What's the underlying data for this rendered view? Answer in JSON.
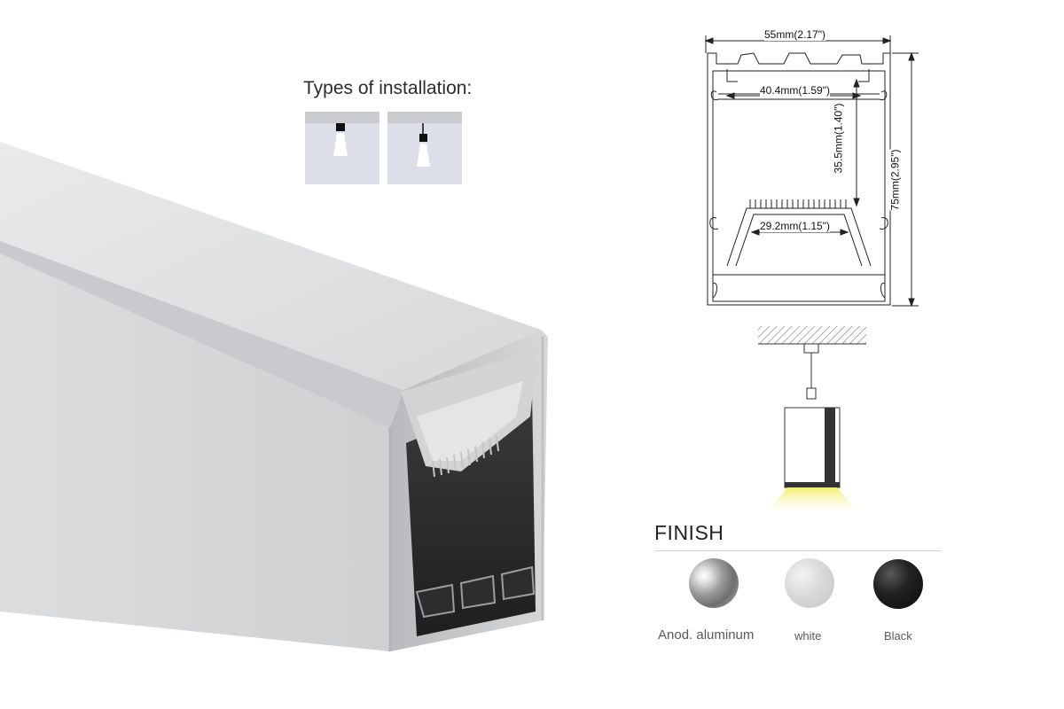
{
  "installation": {
    "title": "Types of installation:",
    "types": [
      {
        "name": "surface-mounted",
        "icon": "surface-mount-light-icon"
      },
      {
        "name": "pendant",
        "icon": "pendant-light-icon"
      }
    ]
  },
  "drawing": {
    "width": "55mm(2.17\")",
    "inner_width": "40.4mm(1.59\")",
    "inner_depth": "35.5mm(1.40\")",
    "base_width": "29.2mm(1.15\")",
    "height": "75mm(2.95\")"
  },
  "finish": {
    "title": "FINISH",
    "options": [
      {
        "label": "Anod. aluminum",
        "color": "#9a9a9a"
      },
      {
        "label": "white",
        "color": "#d9d9d9"
      },
      {
        "label": "Black",
        "color": "#111111"
      }
    ]
  },
  "colors": {
    "profile": "#d8d9db",
    "light_glow": "#f5f08a",
    "install_bg": "#dcdee8"
  }
}
